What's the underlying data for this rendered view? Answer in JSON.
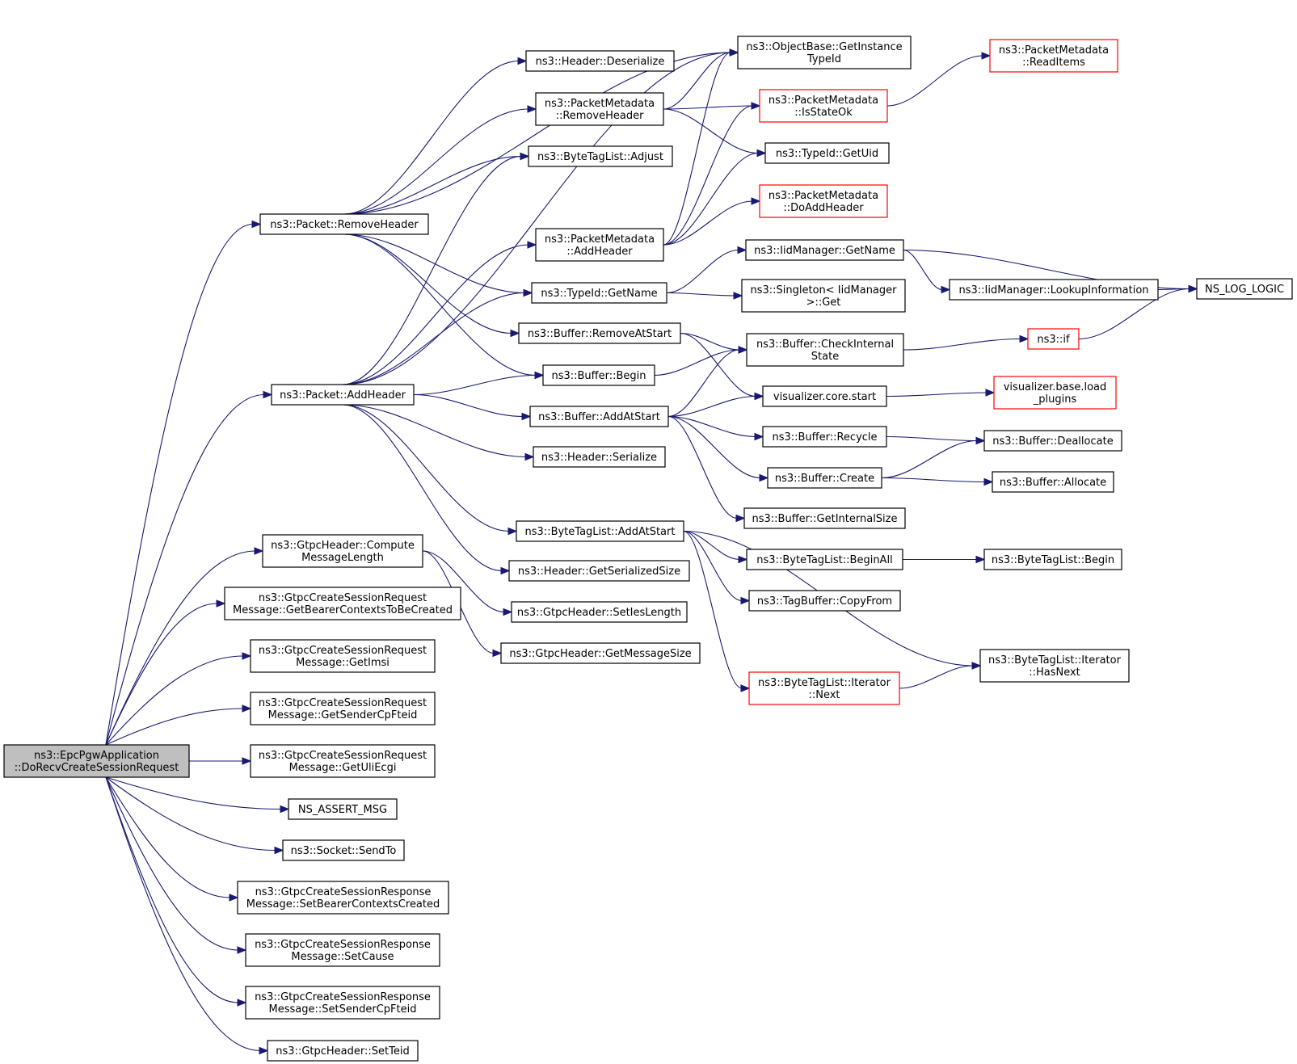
{
  "colors": {
    "edge": "#191970",
    "node_border": "#000000",
    "node_border_truncated": "#ff0000",
    "root_fill": "#bfbfbf",
    "node_fill": "#ffffff"
  },
  "nodes": [
    {
      "id": "root",
      "lines": [
        "ns3::EpcPgwApplication",
        "::DoRecvCreateSessionRequest"
      ],
      "style": "root"
    },
    {
      "id": "pkt_remove",
      "lines": [
        "ns3::Packet::RemoveHeader"
      ],
      "style": "normal"
    },
    {
      "id": "pkt_add",
      "lines": [
        "ns3::Packet::AddHeader"
      ],
      "style": "normal"
    },
    {
      "id": "gtpc_compute",
      "lines": [
        "ns3::GtpcHeader::Compute",
        "MessageLength"
      ],
      "style": "normal"
    },
    {
      "id": "get_bearer",
      "lines": [
        "ns3::GtpcCreateSessionRequest",
        "Message::GetBearerContextsToBeCreated"
      ],
      "style": "normal"
    },
    {
      "id": "get_imsi",
      "lines": [
        "ns3::GtpcCreateSessionRequest",
        "Message::GetImsi"
      ],
      "style": "normal"
    },
    {
      "id": "get_sender",
      "lines": [
        "ns3::GtpcCreateSessionRequest",
        "Message::GetSenderCpFteid"
      ],
      "style": "normal"
    },
    {
      "id": "get_uli",
      "lines": [
        "ns3::GtpcCreateSessionRequest",
        "Message::GetUliEcgi"
      ],
      "style": "normal"
    },
    {
      "id": "assert_msg",
      "lines": [
        "NS_ASSERT_MSG"
      ],
      "style": "normal"
    },
    {
      "id": "socket_sendto",
      "lines": [
        "ns3::Socket::SendTo"
      ],
      "style": "normal"
    },
    {
      "id": "set_bearer",
      "lines": [
        "ns3::GtpcCreateSessionResponse",
        "Message::SetBearerContextsCreated"
      ],
      "style": "normal"
    },
    {
      "id": "set_cause",
      "lines": [
        "ns3::GtpcCreateSessionResponse",
        "Message::SetCause"
      ],
      "style": "normal"
    },
    {
      "id": "set_sender",
      "lines": [
        "ns3::GtpcCreateSessionResponse",
        "Message::SetSenderCpFteid"
      ],
      "style": "normal"
    },
    {
      "id": "set_teid",
      "lines": [
        "ns3::GtpcHeader::SetTeid"
      ],
      "style": "normal"
    },
    {
      "id": "hdr_deser",
      "lines": [
        "ns3::Header::Deserialize"
      ],
      "style": "normal"
    },
    {
      "id": "pm_remove",
      "lines": [
        "ns3::PacketMetadata",
        "::RemoveHeader"
      ],
      "style": "normal"
    },
    {
      "id": "btl_adjust",
      "lines": [
        "ns3::ByteTagList::Adjust"
      ],
      "style": "normal"
    },
    {
      "id": "pm_add",
      "lines": [
        "ns3::PacketMetadata",
        "::AddHeader"
      ],
      "style": "normal"
    },
    {
      "id": "tid_getname",
      "lines": [
        "ns3::TypeId::GetName"
      ],
      "style": "normal"
    },
    {
      "id": "buf_remove",
      "lines": [
        "ns3::Buffer::RemoveAtStart"
      ],
      "style": "normal"
    },
    {
      "id": "buf_begin",
      "lines": [
        "ns3::Buffer::Begin"
      ],
      "style": "normal"
    },
    {
      "id": "buf_addstart",
      "lines": [
        "ns3::Buffer::AddAtStart"
      ],
      "style": "normal"
    },
    {
      "id": "hdr_ser",
      "lines": [
        "ns3::Header::Serialize"
      ],
      "style": "normal"
    },
    {
      "id": "btl_addstart",
      "lines": [
        "ns3::ByteTagList::AddAtStart"
      ],
      "style": "normal"
    },
    {
      "id": "hdr_getsize",
      "lines": [
        "ns3::Header::GetSerializedSize"
      ],
      "style": "normal"
    },
    {
      "id": "gtpc_setieslen",
      "lines": [
        "ns3::GtpcHeader::SetIesLength"
      ],
      "style": "normal"
    },
    {
      "id": "gtpc_getmsgsize",
      "lines": [
        "ns3::GtpcHeader::GetMessageSize"
      ],
      "style": "normal"
    },
    {
      "id": "ob_getinst",
      "lines": [
        "ns3::ObjectBase::GetInstance",
        "TypeId"
      ],
      "style": "normal"
    },
    {
      "id": "pm_isstateok",
      "lines": [
        "ns3::PacketMetadata",
        "::IsStateOk"
      ],
      "style": "truncated"
    },
    {
      "id": "tid_getuid",
      "lines": [
        "ns3::TypeId::GetUid"
      ],
      "style": "normal"
    },
    {
      "id": "pm_doadd",
      "lines": [
        "ns3::PacketMetadata",
        "::DoAddHeader"
      ],
      "style": "truncated"
    },
    {
      "id": "iid_getname",
      "lines": [
        "ns3::IidManager::GetName"
      ],
      "style": "normal"
    },
    {
      "id": "singleton_get",
      "lines": [
        "ns3::Singleton< IidManager",
        ">::Get"
      ],
      "style": "normal"
    },
    {
      "id": "buf_checkinternal",
      "lines": [
        "ns3::Buffer::CheckInternal",
        "State"
      ],
      "style": "normal"
    },
    {
      "id": "vis_core_start",
      "lines": [
        "visualizer.core.start"
      ],
      "style": "normal"
    },
    {
      "id": "buf_recycle",
      "lines": [
        "ns3::Buffer::Recycle"
      ],
      "style": "normal"
    },
    {
      "id": "buf_create",
      "lines": [
        "ns3::Buffer::Create"
      ],
      "style": "normal"
    },
    {
      "id": "buf_getinternalsize",
      "lines": [
        "ns3::Buffer::GetInternalSize"
      ],
      "style": "normal"
    },
    {
      "id": "btl_beginall",
      "lines": [
        "ns3::ByteTagList::BeginAll"
      ],
      "style": "normal"
    },
    {
      "id": "tagbuf_copyfrom",
      "lines": [
        "ns3::TagBuffer::CopyFrom"
      ],
      "style": "normal"
    },
    {
      "id": "btl_iter_next",
      "lines": [
        "ns3::ByteTagList::Iterator",
        "::Next"
      ],
      "style": "truncated"
    },
    {
      "id": "pm_readitems",
      "lines": [
        "ns3::PacketMetadata",
        "::ReadItems"
      ],
      "style": "truncated"
    },
    {
      "id": "iid_lookup",
      "lines": [
        "ns3::IidManager::LookupInformation"
      ],
      "style": "normal"
    },
    {
      "id": "ns3_if",
      "lines": [
        "ns3::if"
      ],
      "style": "truncated"
    },
    {
      "id": "vis_load_plugins",
      "lines": [
        "visualizer.base.load",
        "_plugins"
      ],
      "style": "truncated"
    },
    {
      "id": "buf_dealloc",
      "lines": [
        "ns3::Buffer::Deallocate"
      ],
      "style": "normal"
    },
    {
      "id": "buf_alloc",
      "lines": [
        "ns3::Buffer::Allocate"
      ],
      "style": "normal"
    },
    {
      "id": "btl_begin",
      "lines": [
        "ns3::ByteTagList::Begin"
      ],
      "style": "normal"
    },
    {
      "id": "btl_iter_hasnext",
      "lines": [
        "ns3::ByteTagList::Iterator",
        "::HasNext"
      ],
      "style": "normal"
    },
    {
      "id": "ns_log_logic",
      "lines": [
        "NS_LOG_LOGIC"
      ],
      "style": "normal"
    }
  ],
  "edges": [
    [
      "root",
      "pkt_remove"
    ],
    [
      "root",
      "pkt_add"
    ],
    [
      "root",
      "gtpc_compute"
    ],
    [
      "root",
      "get_bearer"
    ],
    [
      "root",
      "get_imsi"
    ],
    [
      "root",
      "get_sender"
    ],
    [
      "root",
      "get_uli"
    ],
    [
      "root",
      "assert_msg"
    ],
    [
      "root",
      "socket_sendto"
    ],
    [
      "root",
      "set_bearer"
    ],
    [
      "root",
      "set_cause"
    ],
    [
      "root",
      "set_sender"
    ],
    [
      "root",
      "set_teid"
    ],
    [
      "pkt_remove",
      "ob_getinst"
    ],
    [
      "pkt_remove",
      "hdr_deser"
    ],
    [
      "pkt_remove",
      "pm_remove"
    ],
    [
      "pkt_remove",
      "btl_adjust"
    ],
    [
      "pkt_remove",
      "tid_getname"
    ],
    [
      "pkt_remove",
      "buf_remove"
    ],
    [
      "pkt_remove",
      "buf_begin"
    ],
    [
      "pkt_add",
      "ob_getinst"
    ],
    [
      "pkt_add",
      "btl_adjust"
    ],
    [
      "pkt_add",
      "pm_add"
    ],
    [
      "pkt_add",
      "tid_getname"
    ],
    [
      "pkt_add",
      "buf_begin"
    ],
    [
      "pkt_add",
      "buf_addstart"
    ],
    [
      "pkt_add",
      "hdr_ser"
    ],
    [
      "pkt_add",
      "btl_addstart"
    ],
    [
      "pkt_add",
      "hdr_getsize"
    ],
    [
      "gtpc_compute",
      "gtpc_setieslen"
    ],
    [
      "gtpc_compute",
      "gtpc_getmsgsize"
    ],
    [
      "pm_remove",
      "ob_getinst"
    ],
    [
      "pm_remove",
      "pm_isstateok"
    ],
    [
      "pm_remove",
      "tid_getuid"
    ],
    [
      "pm_add",
      "ob_getinst"
    ],
    [
      "pm_add",
      "pm_isstateok"
    ],
    [
      "pm_add",
      "tid_getuid"
    ],
    [
      "pm_add",
      "pm_doadd"
    ],
    [
      "tid_getname",
      "iid_getname"
    ],
    [
      "tid_getname",
      "singleton_get"
    ],
    [
      "buf_remove",
      "buf_checkinternal"
    ],
    [
      "buf_remove",
      "vis_core_start"
    ],
    [
      "buf_begin",
      "buf_checkinternal"
    ],
    [
      "buf_addstart",
      "buf_checkinternal"
    ],
    [
      "buf_addstart",
      "vis_core_start"
    ],
    [
      "buf_addstart",
      "buf_recycle"
    ],
    [
      "buf_addstart",
      "buf_create"
    ],
    [
      "buf_addstart",
      "buf_getinternalsize"
    ],
    [
      "btl_addstart",
      "btl_beginall"
    ],
    [
      "btl_addstart",
      "tagbuf_copyfrom"
    ],
    [
      "btl_addstart",
      "btl_iter_next"
    ],
    [
      "btl_addstart",
      "btl_iter_hasnext"
    ],
    [
      "pm_isstateok",
      "pm_readitems"
    ],
    [
      "iid_getname",
      "iid_lookup"
    ],
    [
      "iid_getname",
      "ns_log_logic"
    ],
    [
      "iid_lookup",
      "ns_log_logic"
    ],
    [
      "buf_checkinternal",
      "ns3_if"
    ],
    [
      "ns3_if",
      "ns_log_logic"
    ],
    [
      "vis_core_start",
      "vis_load_plugins"
    ],
    [
      "buf_recycle",
      "buf_dealloc"
    ],
    [
      "buf_create",
      "buf_dealloc"
    ],
    [
      "buf_create",
      "buf_alloc"
    ],
    [
      "btl_beginall",
      "btl_begin"
    ],
    [
      "btl_iter_next",
      "btl_iter_hasnext"
    ]
  ]
}
